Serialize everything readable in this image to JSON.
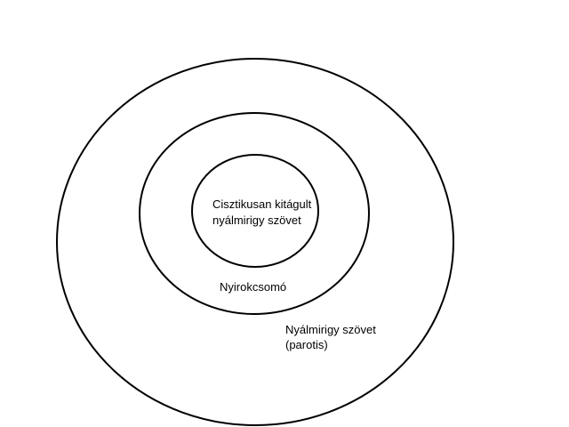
{
  "diagram": {
    "inner_label_line1": "Cisztikusan kitágult",
    "inner_label_line2": "nyálmirigy szövet",
    "middle_label": "Nyirokcsomó",
    "outer_label_line1": "Nyálmirigy szövet",
    "outer_label_line2": "(parotis)",
    "stroke_color": "#000000",
    "background_color": "#ffffff"
  }
}
